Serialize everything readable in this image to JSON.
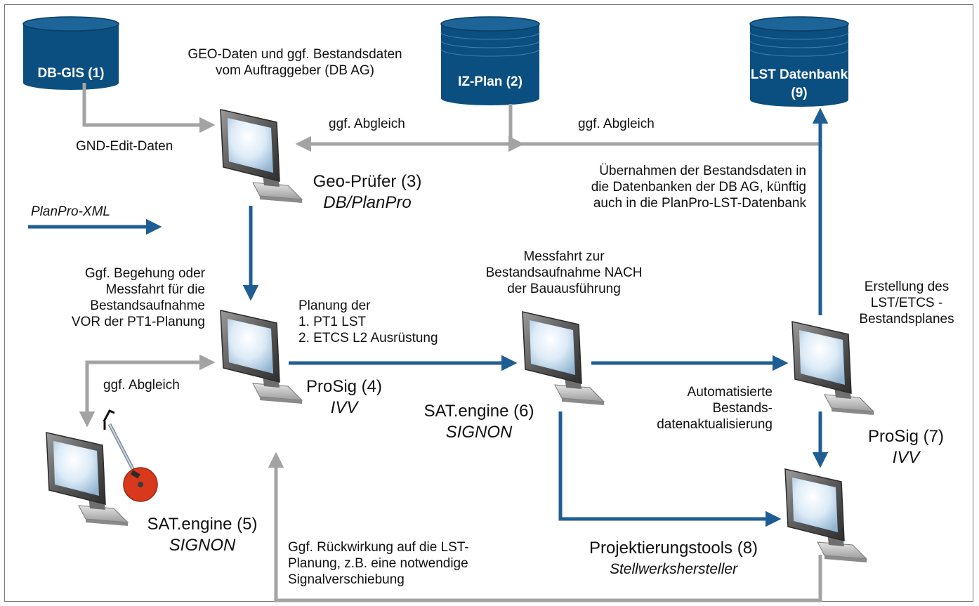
{
  "databases": {
    "db_gis": "DB-GIS (1)",
    "iz_plan": "IZ-Plan (2)",
    "lst_db_line1": "LST Datenbank",
    "lst_db_line2": "(9)"
  },
  "legend": {
    "label": "PlanPro-XML"
  },
  "nodes": {
    "geo_pruefer": {
      "name": "Geo-Prüfer (3)",
      "org": "DB/PlanPro"
    },
    "prosig4": {
      "name": "ProSig (4)",
      "org": "IVV"
    },
    "satengine5": {
      "name": "SAT.engine (5)",
      "org": "SIGNON"
    },
    "satengine6": {
      "name": "SAT.engine (6)",
      "org": "SIGNON"
    },
    "prosig7": {
      "name": "ProSig (7)",
      "org": "IVV"
    },
    "projtools8": {
      "name": "Projektierungstools (8)",
      "org": "Stellwerkshersteller"
    }
  },
  "annotations": {
    "geo_daten": [
      "GEO-Daten und ggf. Bestandsdaten",
      "vom Auftraggeber (DB AG)"
    ],
    "gnd_edit": "GND-Edit-Daten",
    "abgleich_left": "ggf. Abgleich",
    "abgleich_right": "ggf. Abgleich",
    "abgleich_sat": "ggf. Abgleich",
    "uebernahme": [
      "Übernahmen der Bestandsdaten in",
      "die Datenbanken der DB AG, künftig",
      "auch in die PlanPro-LST-Datenbank"
    ],
    "begehung": [
      "Ggf. Begehung oder",
      "Messfahrt für die",
      "Bestandsaufnahme",
      "VOR der PT1-Planung"
    ],
    "planung": [
      "Planung der",
      "1. PT1 LST",
      "2. ETCS L2 Ausrüstung"
    ],
    "messfahrt": [
      "Messfahrt zur",
      "Bestandsaufnahme NACH",
      "der Bauausführung"
    ],
    "erstellung": [
      "Erstellung des",
      "LST/ETCS -",
      "Bestandsplanes"
    ],
    "automatisiert": [
      "Automatisierte",
      "Bestands-",
      "datenaktualisierung"
    ],
    "rueckwirkung": [
      "Ggf. Rückwirkung auf die LST-",
      "Planung, z.B. eine notwendige",
      "Signalverschiebung"
    ]
  },
  "colors": {
    "database": "#0b4f80",
    "xml_arrow": "#1f5e94",
    "grey_arrow": "#a3a3a3",
    "device_red": "#d8391c"
  }
}
